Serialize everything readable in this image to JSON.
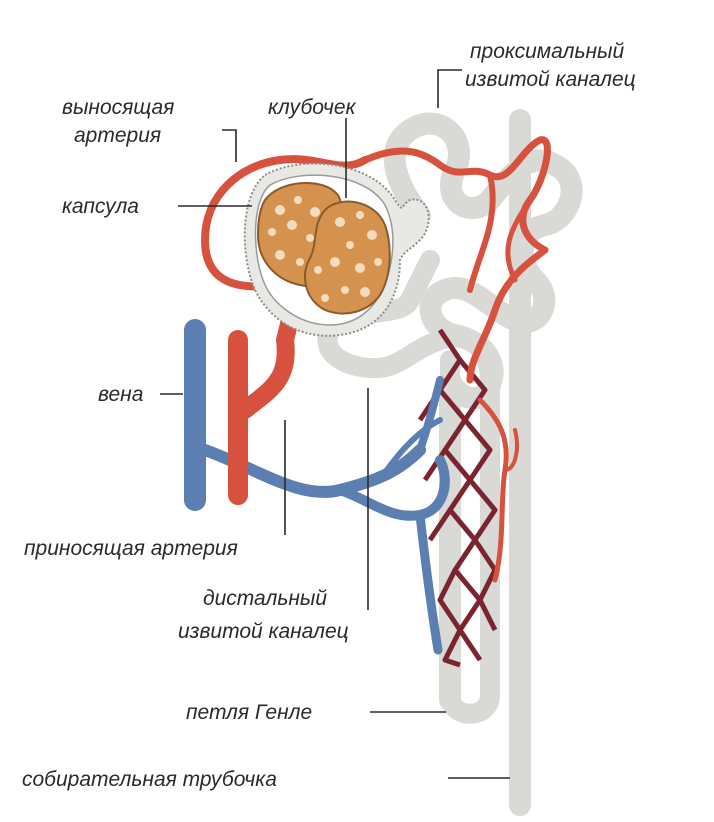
{
  "labels": {
    "proximal_line1": "проксимальный",
    "proximal_line2": "извитой каналец",
    "efferent_line1": "выносящая",
    "efferent_line2": "артерия",
    "glomerulus": "клубочек",
    "capsule": "капсула",
    "vein": "вена",
    "afferent": "приносящая артерия",
    "distal_line1": "дистальный",
    "distal_line2": "извитой каналец",
    "henle": "петля Генле",
    "collecting": "собирательная трубочка"
  },
  "colors": {
    "tubule": "#d9d9d6",
    "tubule_edge": "#c2c2bf",
    "artery": "#d6523e",
    "vein": "#5a7fb0",
    "capillary_dark": "#7a2430",
    "glomerulus": "#d4924e",
    "glomerulus_spots": "#f2dcc0",
    "capsule_fill": "#e8e8e5",
    "text": "#2a2a2a"
  }
}
